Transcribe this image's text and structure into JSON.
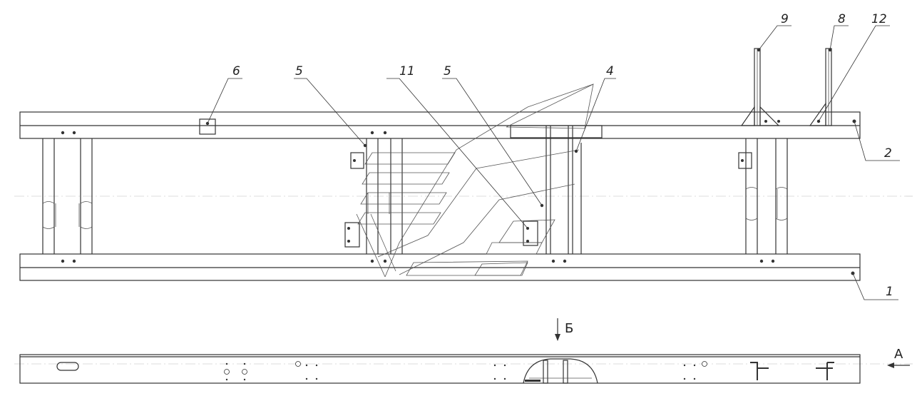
{
  "callouts": [
    "1",
    "2",
    "4",
    "5",
    "5",
    "6",
    "8",
    "9",
    "11",
    "12"
  ],
  "view_labels": {
    "section_b": "Б",
    "view_a": "А"
  }
}
